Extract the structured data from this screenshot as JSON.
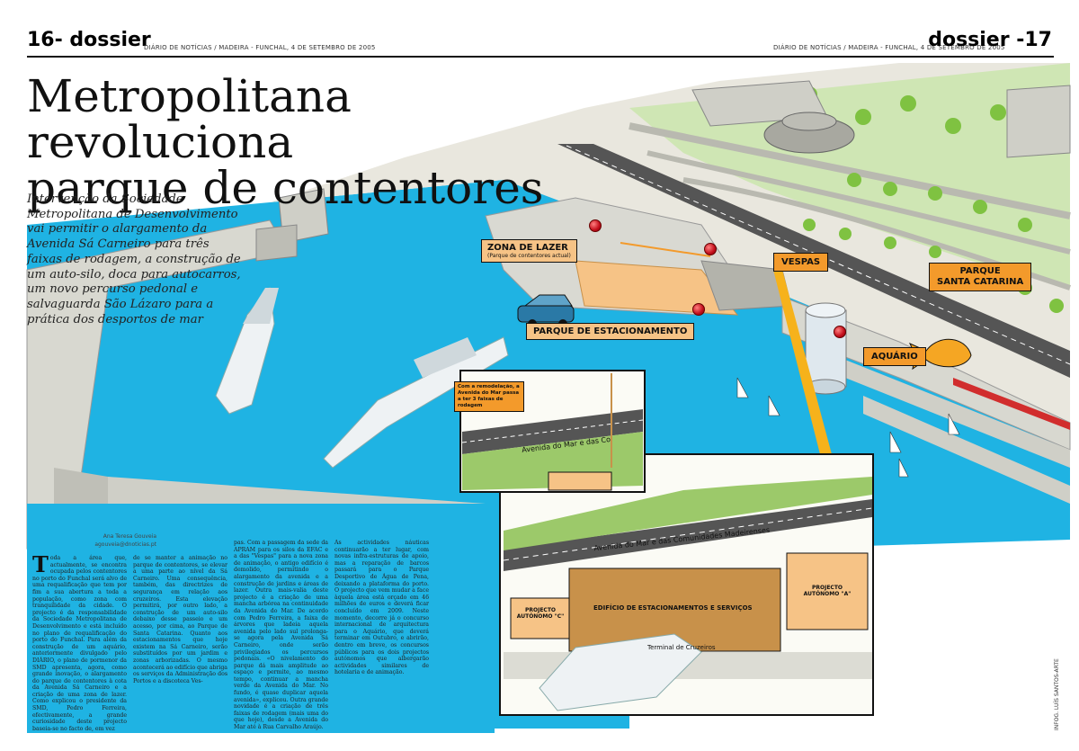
{
  "header": {
    "left_page": "16- dossier",
    "left_meta": "DIÁRIO DE NOTÍCIAS / MADEIRA - FUNCHAL, 4 DE SETEMBRO DE 2005",
    "right_meta": "DIÁRIO DE NOTÍCIAS / MADEIRA - FUNCHAL, 4 DE SETEMBRO DE 2005",
    "right_page": "dossier -17"
  },
  "headline": {
    "line1": "Metropolitana revoluciona",
    "line2": "parque de contentores"
  },
  "lede": "Intervenção da Sociedade Metropolitana de Desenvolvimento vai permitir o alargamento da Avenida Sá Carneiro para três faixas de rodagem, a construção de um auto-silo, doca para autocarros, um novo percurso pedonal e salvaguarda São Lázaro para a prática dos desportos de mar",
  "labels": {
    "zona_lazer": "ZONA DE LAZER",
    "zona_lazer_sub": "(Parque de contentores actual)",
    "vespas": "VESPAS",
    "parque_sc_1": "PARQUE",
    "parque_sc_2": "SANTA CATARINA",
    "estacionamento": "PARQUE DE ESTACIONAMENTO",
    "aquario": "AQUÁRIO",
    "remodelacao": "Com a remodelação, a Avenida do Mar passa a ter 3 faixas de rodagem",
    "avenida_1": "Avenida do Mar e das",
    "avenida_1b": "Co",
    "avenida_2": "Avenida do Mar e das",
    "avenida_2b": "Comunidades Madeirenses",
    "edificio": "EDIFÍCIO DE ESTACIONAMENTOS E SERVIÇOS",
    "projecto_c_1": "PROJECTO",
    "projecto_c_2": "AUTÓNOMO \"C\"",
    "projecto_a_1": "PROJECTO",
    "projecto_a_2": "AUTÓNOMO \"A\"",
    "terminal": "Terminal de Cruzeiros"
  },
  "article": {
    "author": "Ana Teresa Gouveia",
    "email": "agouveia@dnoticias.pt",
    "col1_dropcap": "T",
    "col1": "oda a área que, actualmente, se encontra ocupada pelos contentores no porto do Funchal será alvo de uma requalificação que tem por fim a sua abertura a toda a população, como zona com tranquilidade da cidade. O projecto é da responsabilidade da Sociedade Metropolitana de Desenvolvimento e está incluído no plano de requalificação do porto do Funchal. Para além da construção de um aquário, anteriormente divulgado pelo DIÁRIO, o plano de pormenor da SMD apresenta, agora, como grande inovação, o alargamento do parque de contentores à cota da Avenida Sá Carneiro e a criação de uma zona de lazer. Como explicou o presidente da SMD, Pedro Ferreira, efectivamente, a grande curiosidade deste projecto baseia-se no facto de, em vez",
    "col2": "de se manter a animação no parque de contentores, se elevar a uma parte ao nível da Sá Carneiro. Uma consequência, também, das directrizes de segurança em relação aos cruzeiros. Esta elevação permitirá, por outro lado, a construção de um auto-silo debaixo desse passeio e um acesso, por cima, ao Parque de Santa Catarina. Quanto aos estacionamentos que hoje existem na Sá Carneiro, serão substituídos por um jardim e zonas arborizadas. O mesmo acontecerá ao edifício que abriga os serviços da Administração dos Portos e a discoteca Ves-",
    "col3": "pas. Com a passagem da sede da APRAM para os silos da EFAC e a das \"Vespas\" para a nova zona de animação, o antigo edifício é demolido, permitindo o alargamento da avenida e a construção de jardins e áreas de lazer. Outra mais-valia deste projecto é a criação de uma mancha arbórea na continuidade da Avenida do Mar. De acordo com Pedro Ferreira, a faixa de árvores que ladeia aquela avenida pelo lado sul prolonga-se agora pela Avenida Sá Carneiro, onde serão privilegiados os percursos pedonais. «O nivelamento do parque dá mais amplitude ao espaço e permite, ao mesmo tempo, continuar a mancha verde da Avenida do Mar. No fundo, é quase duplicar aquela avenida», explicou. Outra grande novidade é a criação de três faixas de rodagem (mais uma do que hoje), desde a Avenida do Mar até à Rua Carvalho Araújo.",
    "col4": "As actividades náuticas continuarão a ter lugar, com novas infra-estruturas de apoio, mas a reparação de barcos passará para o Parque Desportivo de Água de Pena, deixando a plataforma do porto. O projecto que vem mudar a face àquela área está orçado em 46 milhões de euros e deverá ficar concluído em 2009. Neste momento, decorre já o concurso internacional de arquitectura para o Aquário, que deverá terminar em Outubro, e abrirão, dentro em breve, os concursos públicos para os dois projectos autónomos que albergarão actividades similares de hotelaria e de animação."
  },
  "credit": "INFOG. LUÍS SANTOS-ARTE",
  "colors": {
    "sea": "#1fb3e3",
    "orange": "#f39a2b",
    "peach": "#f6c386",
    "green": "#7fc241",
    "pier": "#d8d8d0",
    "tan": "#c8914a"
  }
}
